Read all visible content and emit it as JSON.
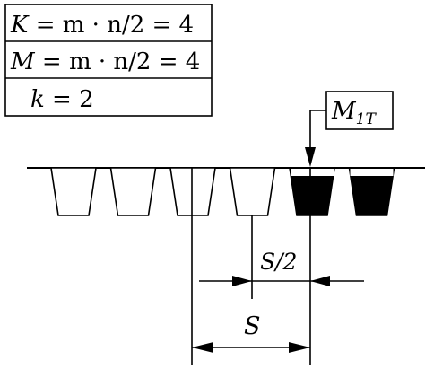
{
  "table": {
    "rows": [
      {
        "lhs": "K",
        "rest": " = m · n/2 = 4"
      },
      {
        "lhs": "M",
        "rest": " = m · n/2 = 4"
      },
      {
        "lhs": "k",
        "rest": " = 2"
      }
    ]
  },
  "marker": {
    "main": "M",
    "sub": "1T"
  },
  "slots": {
    "count": 6,
    "filled": [
      false,
      false,
      false,
      false,
      true,
      true
    ]
  },
  "dimensions": {
    "half": "S/2",
    "full": "S"
  },
  "colors": {
    "ink": "#000000",
    "background": "#ffffff"
  }
}
